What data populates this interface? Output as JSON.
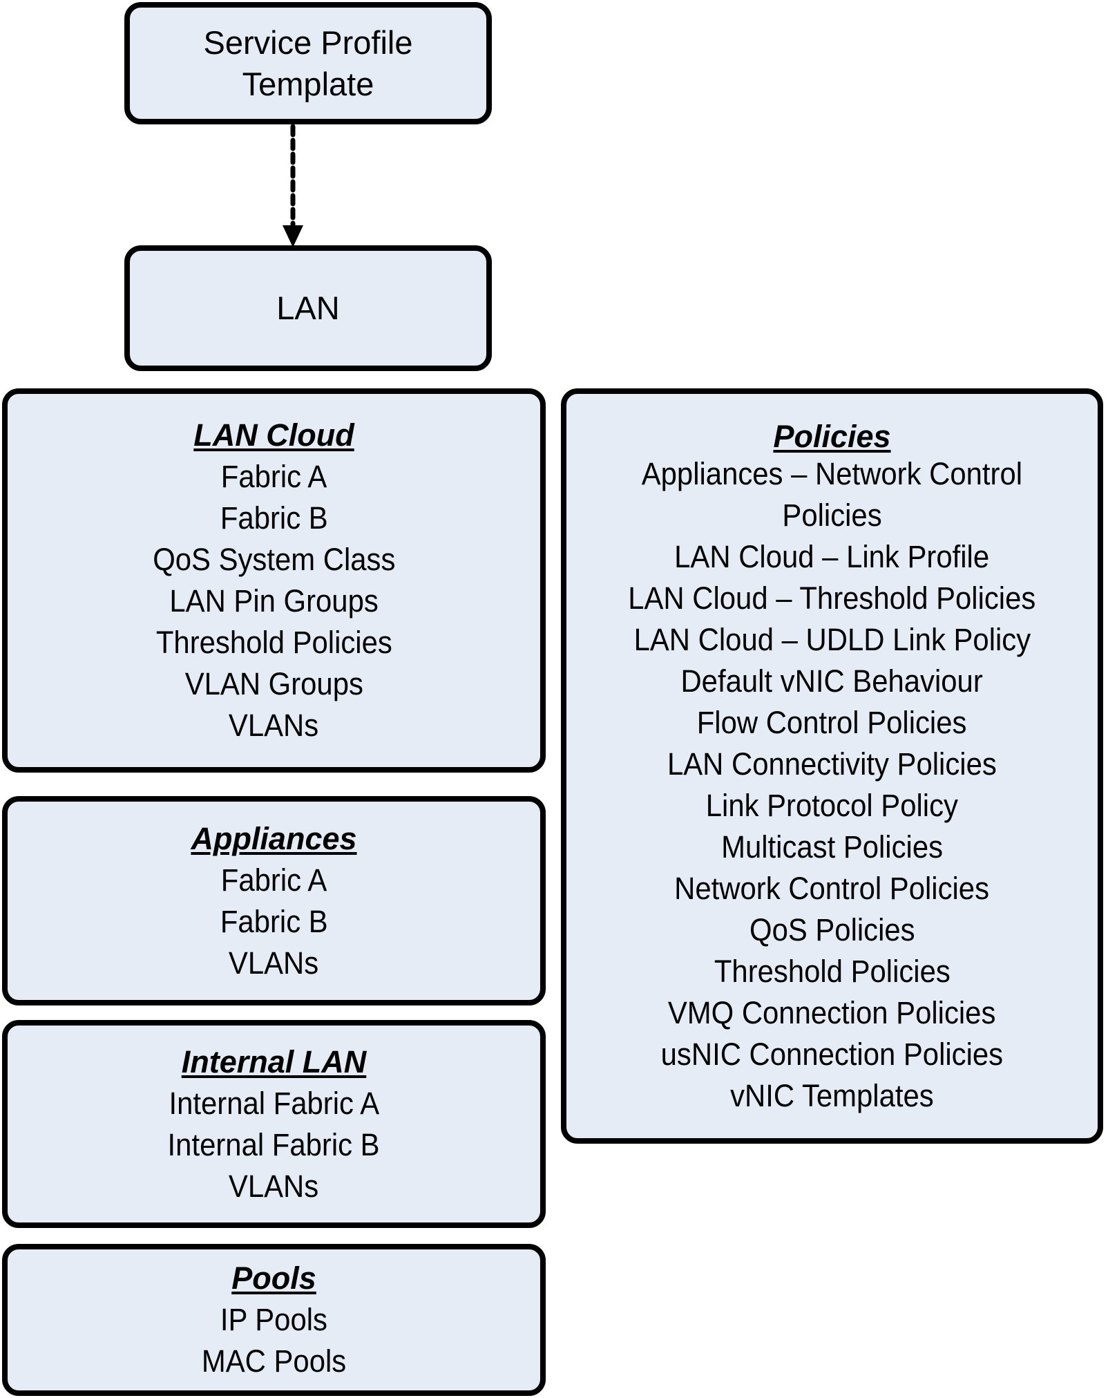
{
  "diagram": {
    "root": {
      "label_lines": [
        "Service Profile",
        "Template"
      ]
    },
    "child": {
      "label": "LAN"
    },
    "connector": {
      "style": "dashed-arrow",
      "from": "Service Profile Template",
      "to": "LAN"
    },
    "groups": [
      {
        "id": "lan-cloud",
        "title": "LAN Cloud",
        "items": [
          "Fabric A",
          "Fabric B",
          "QoS System Class",
          "LAN Pin Groups",
          "Threshold Policies",
          "VLAN Groups",
          "VLANs"
        ]
      },
      {
        "id": "appliances",
        "title": "Appliances",
        "items": [
          "Fabric A",
          "Fabric B",
          "VLANs"
        ]
      },
      {
        "id": "internal-lan",
        "title": "Internal LAN",
        "items": [
          "Internal Fabric A",
          "Internal Fabric B",
          "VLANs"
        ]
      },
      {
        "id": "pools",
        "title": "Pools",
        "items": [
          "IP Pools",
          "MAC Pools"
        ]
      },
      {
        "id": "policies",
        "title": "Policies",
        "items": [
          "Appliances – Network Control",
          "Policies",
          "LAN Cloud – Link Profile",
          "LAN Cloud – Threshold Policies",
          "LAN Cloud – UDLD Link Policy",
          "Default vNIC Behaviour",
          "Flow Control Policies",
          "LAN Connectivity Policies",
          "Link Protocol Policy",
          "Multicast Policies",
          "Network Control Policies",
          "QoS Policies",
          "Threshold Policies",
          "VMQ Connection Policies",
          "usNIC Connection Policies",
          "vNIC Templates"
        ]
      }
    ],
    "colors": {
      "box_fill": "#e6ecf6",
      "box_border": "#000000",
      "background": "#ffffff"
    }
  }
}
